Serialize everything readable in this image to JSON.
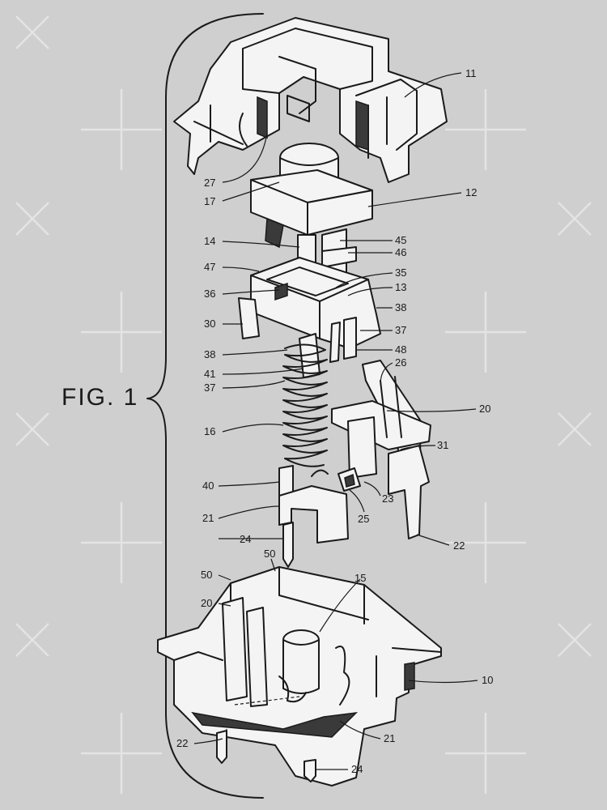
{
  "figure": {
    "title": "FIG. 1",
    "background": "#cfcfcf",
    "ink": "#1a1a1a"
  },
  "callouts": {
    "c11": "11",
    "c27": "27",
    "c17": "17",
    "c12": "12",
    "c14": "14",
    "c45": "45",
    "c46": "46",
    "c47": "47",
    "c35": "35",
    "c36": "36",
    "c13": "13",
    "c30": "30",
    "c38a": "38",
    "c38b": "38",
    "c37a": "37",
    "c37b": "37",
    "c48": "48",
    "c26": "26",
    "c41": "41",
    "c20a": "20",
    "c16": "16",
    "c31": "31",
    "c40": "40",
    "c23": "23",
    "c21a": "21",
    "c25": "25",
    "c24a": "24",
    "c22a": "22",
    "c50a": "50",
    "c50b": "50",
    "c15": "15",
    "c20b": "20",
    "c10": "10",
    "c22b": "22",
    "c21b": "21",
    "c24b": "24"
  }
}
